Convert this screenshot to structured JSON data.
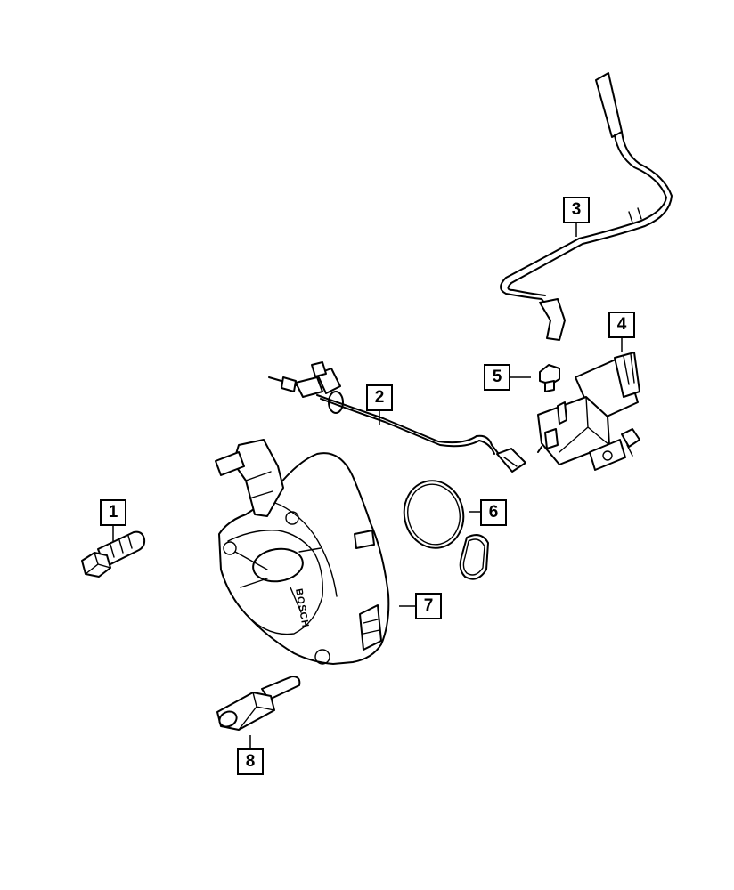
{
  "callouts": [
    "1",
    "2",
    "3",
    "4",
    "5",
    "6",
    "7",
    "8"
  ],
  "pump_brand": "BOSCH",
  "colors": {
    "line": "#000000",
    "background": "#ffffff"
  }
}
